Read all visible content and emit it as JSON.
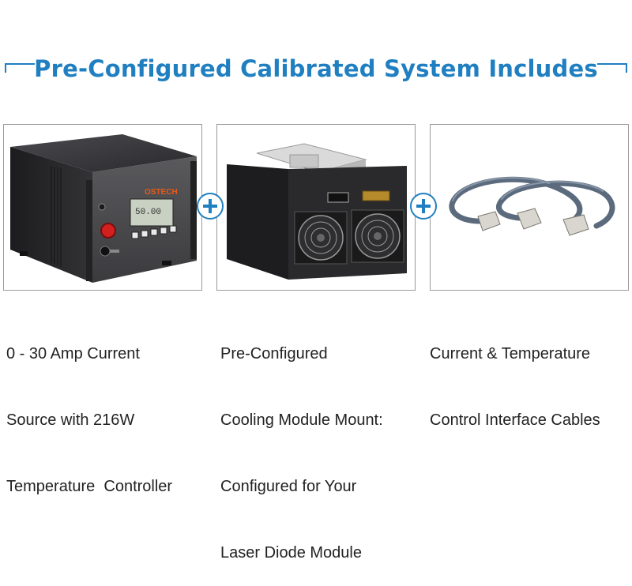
{
  "header": {
    "title": "Pre-Configured Calibrated System Includes"
  },
  "colors": {
    "accent": "#1f7fc1",
    "caption_text": "#222222",
    "panel_border": "#9a9a9a"
  },
  "items": [
    {
      "image": "laser-diode-driver-unit",
      "brand_logo": "OSTECH",
      "display_reading": "50.00",
      "caption": [
        "0 - 30 Amp Current",
        "Source with 216W",
        "Temperature  Controller"
      ]
    },
    {
      "image": "cooling-module-mount",
      "caption": [
        "Pre-Configured",
        "Cooling Module Mount:",
        "Configured for Your",
        "Laser Diode Module"
      ]
    },
    {
      "image": "interface-cables",
      "caption": [
        "Current & Temperature",
        "Control Interface Cables"
      ]
    }
  ],
  "separators": [
    "plus-icon",
    "plus-icon"
  ]
}
